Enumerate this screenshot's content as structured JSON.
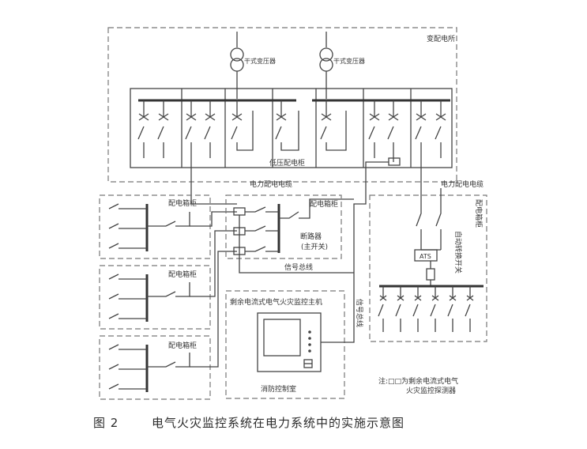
{
  "substation": {
    "label": "变配电所"
  },
  "transformers": [
    {
      "label": "干式变压器"
    },
    {
      "label": "干式变压器"
    }
  ],
  "lv_cabinet": {
    "label": "低压配电柜"
  },
  "power_cable_labels": [
    "电力配电电缆",
    "电力配电电缆"
  ],
  "distribution_boxes": [
    {
      "label": "配电箱柜"
    },
    {
      "label": "配电箱柜"
    },
    {
      "label": "配电箱柜"
    },
    {
      "label": "配电箱柜"
    }
  ],
  "breaker": {
    "label": "断路器",
    "sublabel": "(主开关)"
  },
  "signal_bus": {
    "label": "信号总线"
  },
  "signal_line": {
    "label": "信号总线"
  },
  "right_cabinet": {
    "label": "配电箱柜"
  },
  "ats": {
    "box_label": "ATS",
    "label": "自动转换开关"
  },
  "monitor_host": {
    "label": "剩余电流式电气火灾监控主机"
  },
  "control_room": {
    "label": "消防控制室"
  },
  "note": {
    "line1": "注:□□为剩余电流式电气",
    "line2": "火灾监控探测器"
  },
  "caption": {
    "figure_no": "图 2",
    "text": "电气火灾监控系统在电力系统中的实施示意图"
  }
}
